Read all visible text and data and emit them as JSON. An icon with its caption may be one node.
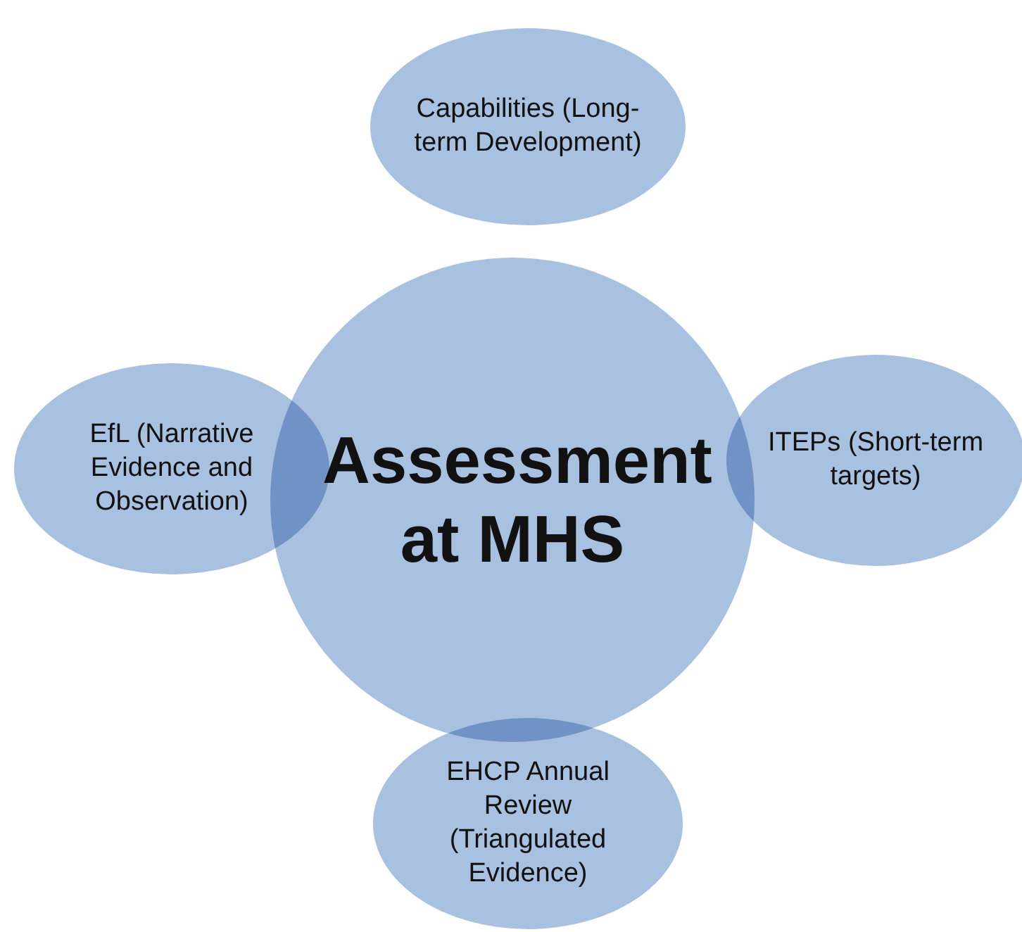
{
  "diagram": {
    "nodes": [
      {
        "text": [
          "Assessment at MHS"
        ]
      },
      {
        "text": [
          "Capabilities (Long-term Development)"
        ]
      },
      {
        "text": [
          "EfL (Narrative Evidence and Observation)"
        ]
      },
      {
        "text": [
          "ITEPs (Short-term targets)"
        ]
      },
      {
        "text": [
          "EHCP Annual Review (Triangulated Evidence)"
        ]
      }
    ]
  }
}
